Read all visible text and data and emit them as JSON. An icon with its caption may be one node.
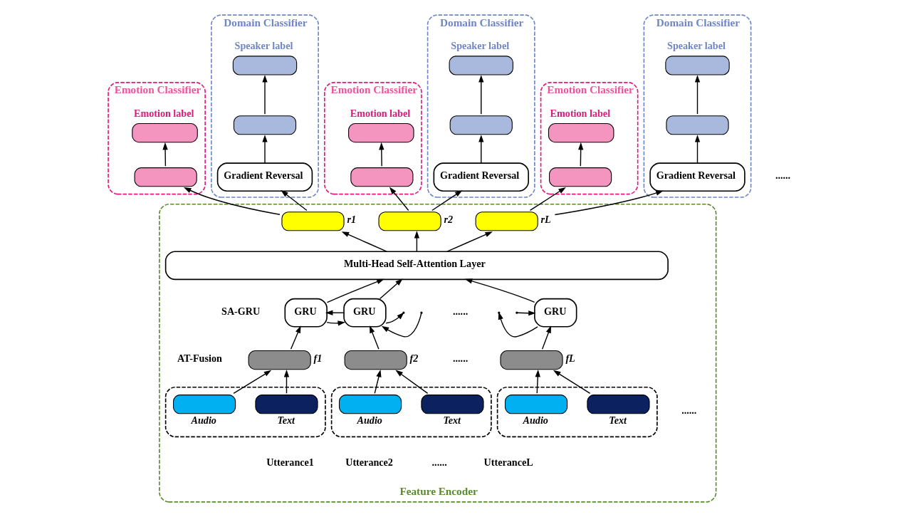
{
  "diagram": {
    "nodes": [
      {
        "text": [
          "Emotion Classifier"
        ]
      },
      {
        "text": [
          "Emotion label"
        ],
        "in": 0
      },
      {
        "text": [],
        "shape": "box",
        "in": 0
      },
      {
        "text": [
          "Domain Classifier"
        ]
      },
      {
        "text": [
          "Speaker label"
        ],
        "in": 3
      },
      {
        "text": [],
        "shape": "box",
        "in": 3
      },
      {
        "text": [
          "Gradient Reversal"
        ],
        "in": 3
      },
      {
        "text": [
          "Emotion Classifier"
        ]
      },
      {
        "text": [
          "Emotion label"
        ],
        "in": 7
      },
      {
        "text": [],
        "shape": "box",
        "in": 7
      },
      {
        "text": [
          "Domain Classifier"
        ]
      },
      {
        "text": [
          "Speaker label"
        ],
        "in": 10
      },
      {
        "text": [],
        "shape": "box",
        "in": 10
      },
      {
        "text": [
          "Gradient Reversal"
        ],
        "in": 10
      },
      {
        "text": [
          "Emotion Classifier"
        ]
      },
      {
        "text": [
          "Emotion label"
        ],
        "in": 14
      },
      {
        "text": [],
        "shape": "box",
        "in": 14
      },
      {
        "text": [
          "Domain Classifier"
        ]
      },
      {
        "text": [
          "Speaker label"
        ],
        "in": 17
      },
      {
        "text": [],
        "shape": "box",
        "in": 17
      },
      {
        "text": [
          "Gradient Reversal"
        ],
        "in": 17
      },
      {
        "text": [
          "Feature Encoder"
        ]
      },
      {
        "text": [],
        "shape": "box",
        "in": 21,
        "beside": [
          "r1"
        ]
      },
      {
        "text": [],
        "shape": "box",
        "in": 21,
        "beside": [
          "r2"
        ]
      },
      {
        "text": [],
        "shape": "box",
        "in": 21,
        "beside": [
          "rL"
        ]
      },
      {
        "text": [
          "Multi-Head Self-Attention Layer"
        ],
        "in": 21
      },
      {
        "text": [
          "GRU"
        ],
        "in": 21
      },
      {
        "text": [
          "GRU"
        ],
        "in": 21
      },
      {
        "text": [
          "GRU"
        ],
        "in": 21
      },
      {
        "text": [],
        "shape": "box",
        "in": 21,
        "beside": [
          "f1"
        ]
      },
      {
        "text": [],
        "shape": "box",
        "in": 21,
        "beside": [
          "f2"
        ]
      },
      {
        "text": [],
        "shape": "box",
        "in": 21,
        "beside": [
          "fL"
        ]
      },
      {
        "text": [],
        "shape": "box",
        "in": 21
      },
      {
        "text": [],
        "shape": "box",
        "in": 32,
        "beside": [
          "Audio"
        ]
      },
      {
        "text": [],
        "shape": "box",
        "in": 32,
        "beside": [
          "Text"
        ]
      },
      {
        "text": [],
        "shape": "box",
        "in": 21
      },
      {
        "text": [],
        "shape": "box",
        "in": 35,
        "beside": [
          "Audio"
        ]
      },
      {
        "text": [],
        "shape": "box",
        "in": 35,
        "beside": [
          "Text"
        ]
      },
      {
        "text": [],
        "shape": "box",
        "in": 21
      },
      {
        "text": [],
        "shape": "box",
        "in": 38,
        "beside": [
          "Audio"
        ]
      },
      {
        "text": [],
        "shape": "box",
        "in": 38,
        "beside": [
          "Text"
        ]
      }
    ],
    "edges": [
      {
        "from": 2,
        "to": 1,
        "arrow": "to"
      },
      {
        "from": 6,
        "to": 5,
        "arrow": "to"
      },
      {
        "from": 5,
        "to": 4,
        "arrow": "to"
      },
      {
        "from": 22,
        "to": 2,
        "arrow": "to"
      },
      {
        "from": 22,
        "to": 6,
        "arrow": "to"
      },
      {
        "from": 25,
        "to": 22,
        "arrow": "to"
      },
      {
        "from": 26,
        "to": 25,
        "arrow": "to"
      },
      {
        "from": 29,
        "to": 26,
        "arrow": "to"
      },
      {
        "from": 33,
        "to": 29,
        "arrow": "to"
      },
      {
        "from": 34,
        "to": 29,
        "arrow": "to"
      },
      {
        "from": 9,
        "to": 8,
        "arrow": "to"
      },
      {
        "from": 13,
        "to": 12,
        "arrow": "to"
      },
      {
        "from": 12,
        "to": 11,
        "arrow": "to"
      },
      {
        "from": 23,
        "to": 9,
        "arrow": "to"
      },
      {
        "from": 23,
        "to": 13,
        "arrow": "to"
      },
      {
        "from": 25,
        "to": 23,
        "arrow": "to"
      },
      {
        "from": 27,
        "to": 25,
        "arrow": "to"
      },
      {
        "from": 30,
        "to": 27,
        "arrow": "to"
      },
      {
        "from": 36,
        "to": 30,
        "arrow": "to"
      },
      {
        "from": 37,
        "to": 30,
        "arrow": "to"
      },
      {
        "from": 16,
        "to": 15,
        "arrow": "to"
      },
      {
        "from": 20,
        "to": 19,
        "arrow": "to"
      },
      {
        "from": 19,
        "to": 18,
        "arrow": "to"
      },
      {
        "from": 24,
        "to": 16,
        "arrow": "to"
      },
      {
        "from": 24,
        "to": 20,
        "arrow": "to"
      },
      {
        "from": 25,
        "to": 24,
        "arrow": "to"
      },
      {
        "from": 28,
        "to": 25,
        "arrow": "to"
      },
      {
        "from": 31,
        "to": 28,
        "arrow": "to"
      },
      {
        "from": 39,
        "to": 31,
        "arrow": "to"
      },
      {
        "from": 40,
        "to": 31,
        "arrow": "to"
      },
      {
        "from": 27,
        "to": 26,
        "arrow": "to"
      },
      {
        "from": 26,
        "to": 27,
        "arrow": "to"
      },
      {
        "from": null,
        "to": 27,
        "arrow": "to"
      },
      {
        "from": 27,
        "to": null,
        "arrow": "to"
      },
      {
        "from": 28,
        "to": null,
        "arrow": "to"
      },
      {
        "from": null,
        "to": 28,
        "arrow": "to"
      }
    ],
    "labels": [
      "SA-GRU",
      "AT-Fusion",
      "......",
      "......",
      "......",
      "......",
      "......",
      "Utterance1",
      "Utterance2",
      "UtteranceL"
    ]
  }
}
